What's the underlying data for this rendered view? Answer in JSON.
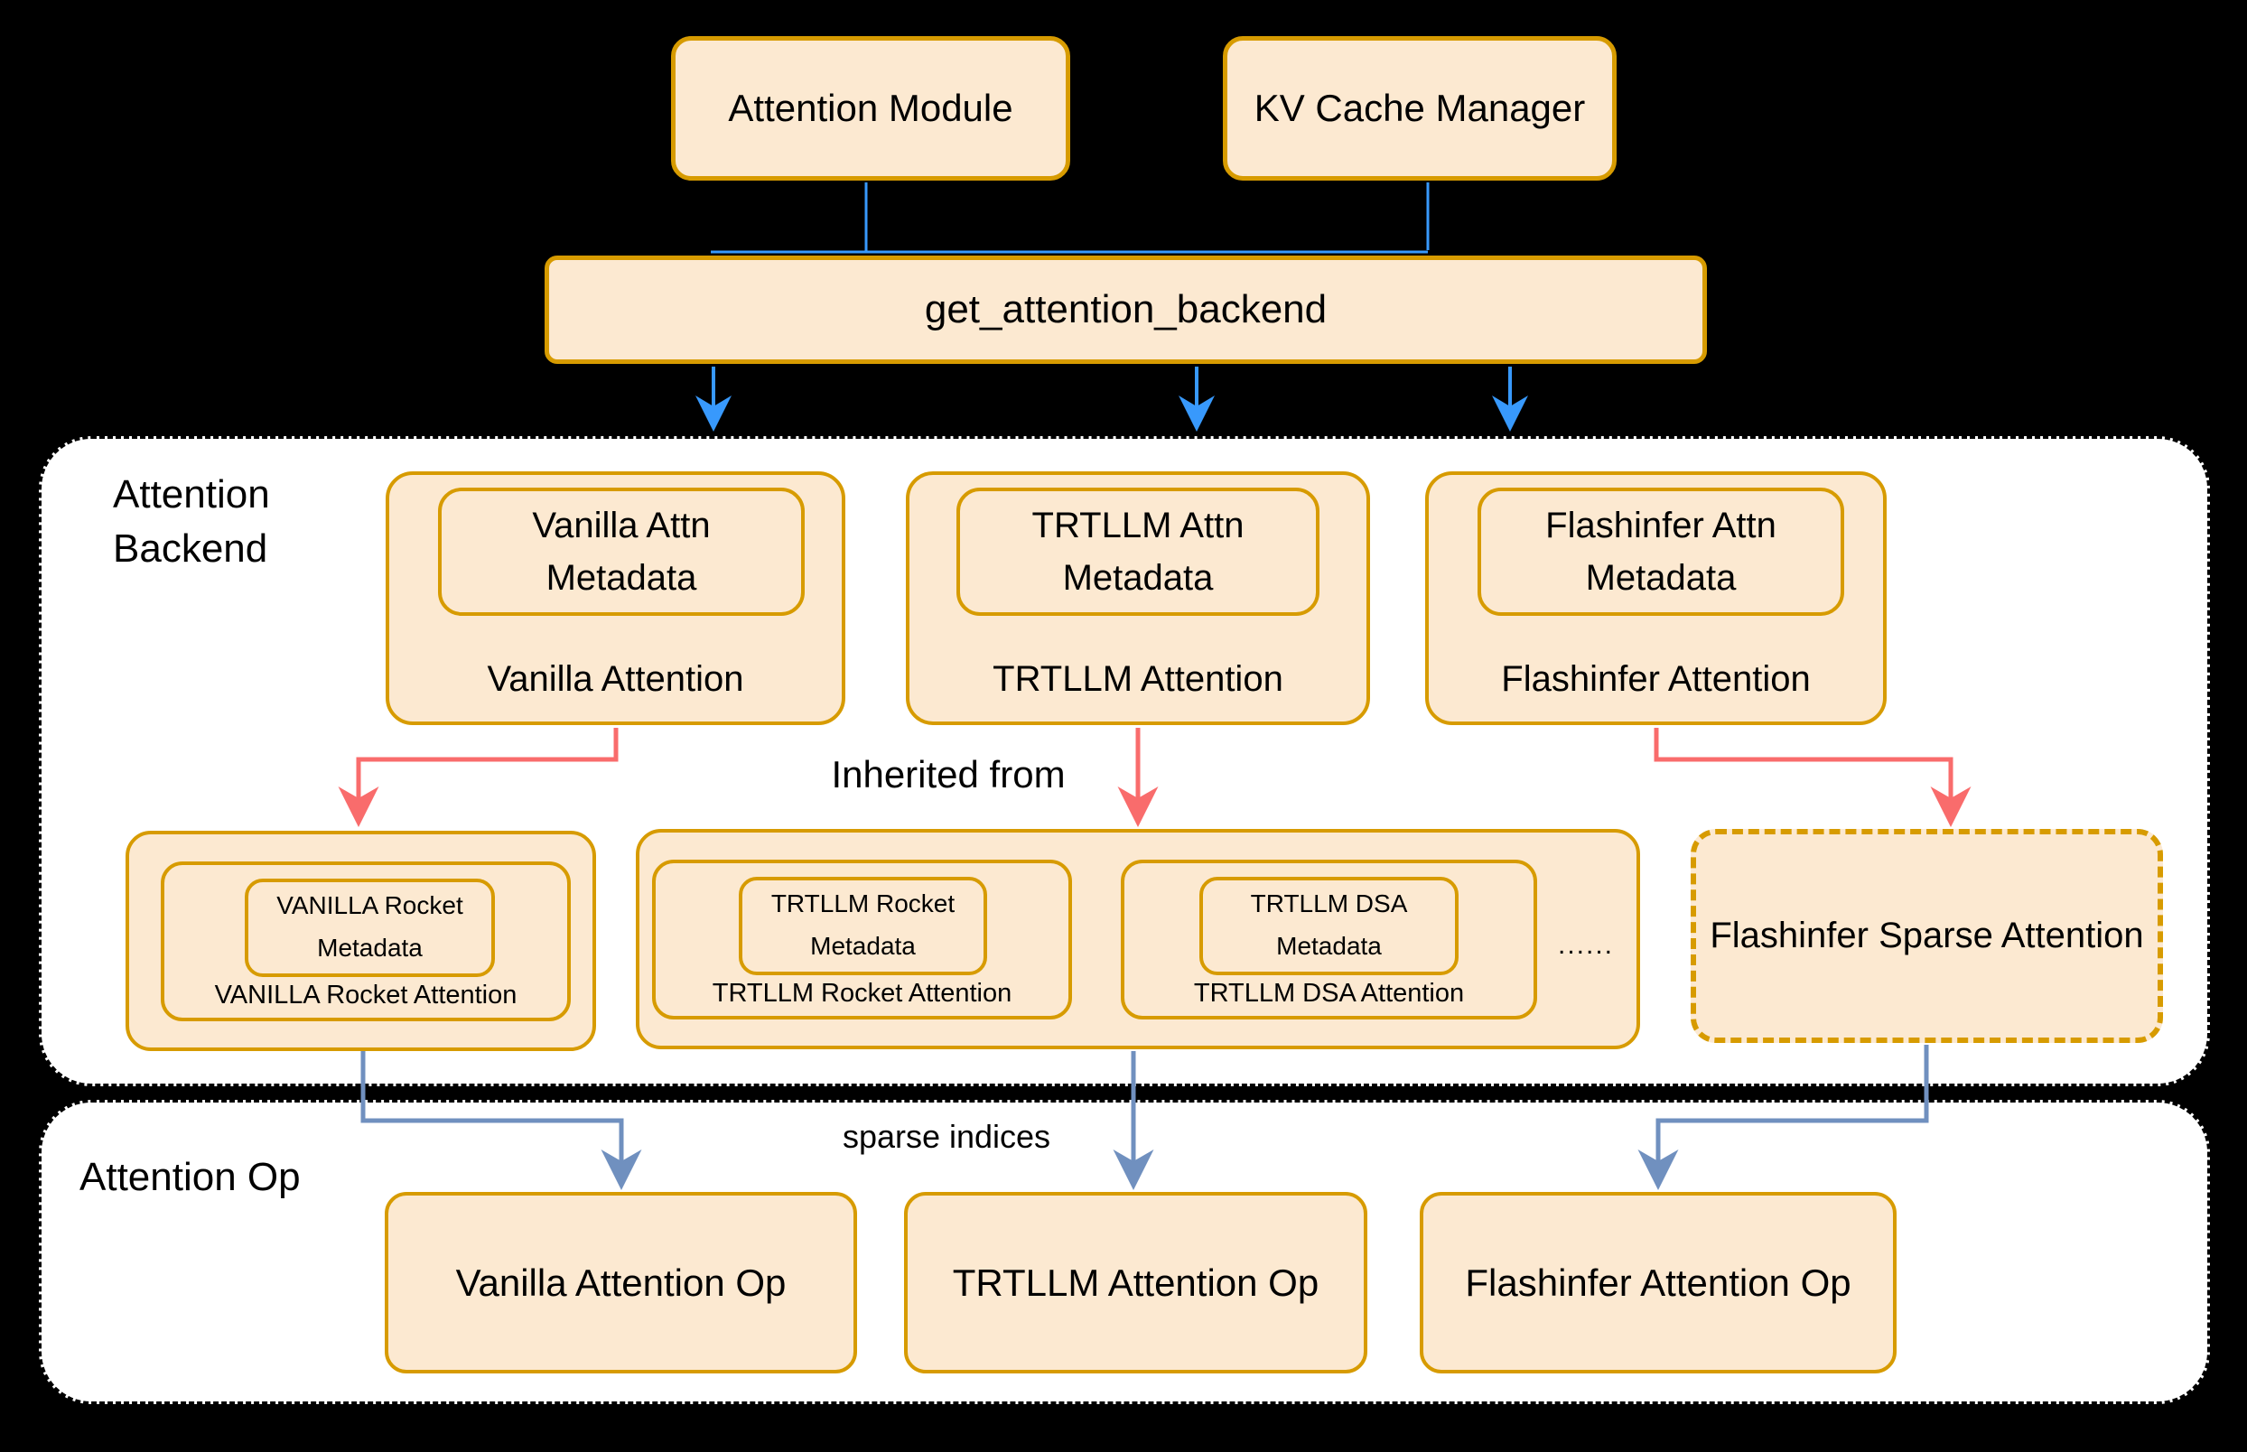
{
  "colors": {
    "canvas_bg": "#000000",
    "box_fill": "#fce9d1",
    "box_border": "#d79b00",
    "section_bg": "#ffffff",
    "section_border": "#000000",
    "arrow_bright_blue": "#3899fc",
    "arrow_steel_blue": "#7090bf",
    "arrow_red": "#f96c6c",
    "text": "#000000"
  },
  "top_row": {
    "attention_module": "Attention Module",
    "kv_cache_manager": "KV Cache Manager",
    "get_attention_backend": "get_attention_backend"
  },
  "backend_section": {
    "title_line1": "Attention",
    "title_line2": "Backend",
    "inherited_from": "Inherited from",
    "parents": [
      {
        "meta_line1": "Vanilla Attn",
        "meta_line2": "Metadata",
        "label": "Vanilla Attention"
      },
      {
        "meta_line1": "TRTLLM Attn",
        "meta_line2": "Metadata",
        "label": "TRTLLM Attention"
      },
      {
        "meta_line1": "Flashinfer Attn",
        "meta_line2": "Metadata",
        "label": "Flashinfer Attention"
      }
    ],
    "children": {
      "vanilla_rocket": {
        "meta_line1": "VANILLA Rocket",
        "meta_line2": "Metadata",
        "label": "VANILLA Rocket Attention"
      },
      "trtllm_rocket": {
        "meta_line1": "TRTLLM Rocket",
        "meta_line2": "Metadata",
        "label": "TRTLLM Rocket Attention"
      },
      "trtllm_dsa": {
        "meta_line1": "TRTLLM DSA",
        "meta_line2": "Metadata",
        "label": "TRTLLM DSA Attention"
      },
      "ellipsis": "......",
      "flashinfer_sparse": "Flashinfer Sparse Attention"
    }
  },
  "op_section": {
    "title": "Attention Op",
    "sparse_indices": "sparse indices",
    "ops": [
      "Vanilla Attention Op",
      "TRTLLM Attention Op",
      "Flashinfer Attention Op"
    ]
  }
}
